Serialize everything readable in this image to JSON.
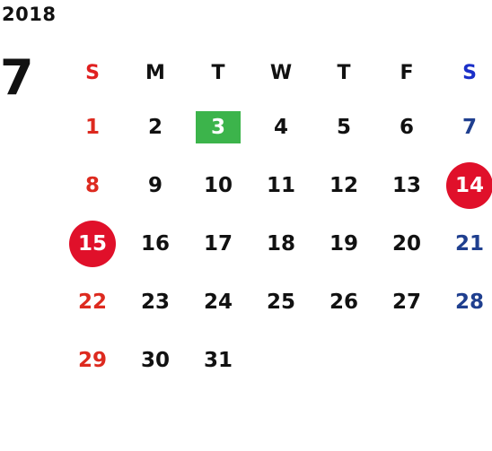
{
  "calendar": {
    "year": "2018",
    "month": "7",
    "weekdays": [
      "S",
      "M",
      "T",
      "W",
      "T",
      "F",
      "S"
    ],
    "weeks": [
      [
        "1",
        "2",
        "3",
        "4",
        "5",
        "6",
        "7"
      ],
      [
        "8",
        "9",
        "10",
        "11",
        "12",
        "13",
        "14"
      ],
      [
        "15",
        "16",
        "17",
        "18",
        "19",
        "20",
        "21"
      ],
      [
        "22",
        "23",
        "24",
        "25",
        "26",
        "27",
        "28"
      ],
      [
        "29",
        "30",
        "31",
        "",
        "",
        "",
        ""
      ]
    ]
  },
  "colors": {
    "sunday": "#dd2a1f",
    "saturday": "#1f3f8f",
    "today_highlight": "#3cb44b",
    "holiday_highlight": "#e0102a"
  }
}
